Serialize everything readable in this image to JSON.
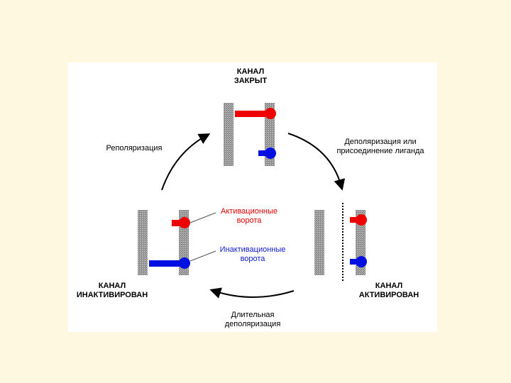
{
  "states": {
    "closed": {
      "line1": "КАНАЛ",
      "line2": "ЗАКРЫТ"
    },
    "activated": {
      "line1": "КАНАЛ",
      "line2": "АКТИВИРОВАН"
    },
    "inactivated": {
      "line1": "КАНАЛ",
      "line2": "ИНАКТИВИРОВАН"
    }
  },
  "transitions": {
    "depolarization": {
      "line1": "Деполяризация или",
      "line2": "присоединение лиганда"
    },
    "repolarization": {
      "line1": "Реполяризация"
    },
    "prolonged": {
      "line1": "Длительная",
      "line2": "деполяризация"
    }
  },
  "gates": {
    "activation": {
      "line1": "Активационные",
      "line2": "ворота"
    },
    "inactivation": {
      "line1": "Инактивационные",
      "line2": "ворота"
    }
  },
  "colors": {
    "background": "#fdf8df",
    "activation_gate": "#ee0000",
    "inactivation_gate": "#0010e0",
    "membrane": "#9a9a9a"
  }
}
